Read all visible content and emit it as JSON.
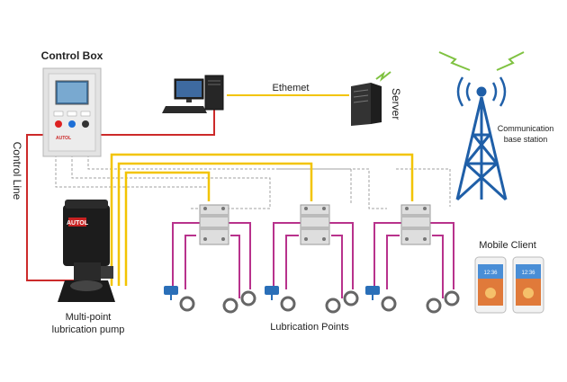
{
  "labels": {
    "control_box": "Control Box",
    "control_line": "Control Line",
    "ethernet": "Ethemet",
    "server": "Server",
    "base_station": [
      "Communication",
      "base station"
    ],
    "pump": [
      "Multi-point",
      "lubrication pump"
    ],
    "lubrication_points": "Lubrication Points",
    "mobile_client": "Mobile Client",
    "pump_brand": "AUTOL",
    "box_brand": "AUTOL",
    "phone_time": "12:36"
  },
  "colors": {
    "control_line": "#cc2a2a",
    "yellow_line": "#f2c400",
    "lube_line": "#b8328c",
    "dashed_line": "#9a9a9a",
    "tower": "#1f5fa8",
    "signal": "#7fc241"
  },
  "icons": [
    "control-box-icon",
    "computer-icon",
    "server-icon",
    "tower-icon",
    "pump-icon",
    "distributor-icon",
    "sensor-icon",
    "bearing-icon",
    "phone-icon"
  ]
}
